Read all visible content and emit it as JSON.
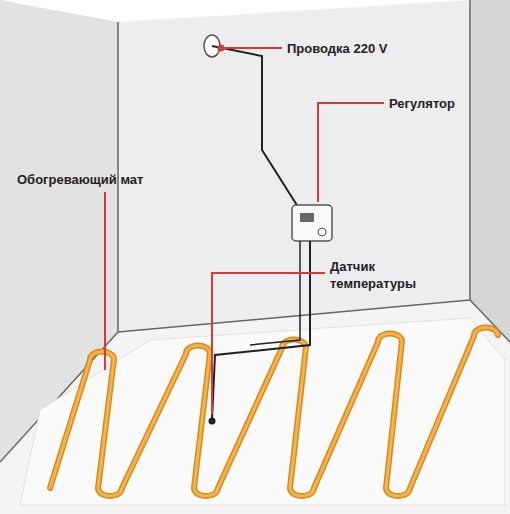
{
  "diagram": {
    "labels": [
      "Проводка 220 V",
      "Регулятор",
      "Обогревающий мат",
      "Датчик температуры"
    ]
  }
}
